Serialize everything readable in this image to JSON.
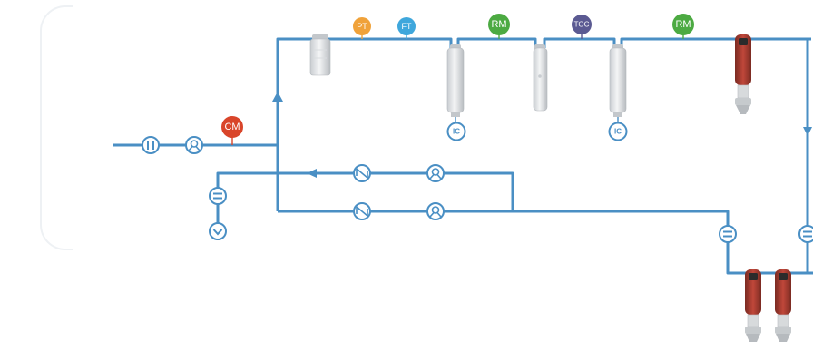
{
  "diagram": {
    "colors": {
      "pipe": "#4a8fc4",
      "cm": "#d9452a",
      "pt": "#f0a23a",
      "ft": "#3fa7dc",
      "rm": "#4caa42",
      "toc": "#5b5a92"
    },
    "sensors": {
      "cm": "CM",
      "pt": "PT",
      "ft": "FT",
      "rm_1": "RM",
      "toc": "TOC",
      "rm_2": "RM"
    },
    "ic_labels": {
      "ic_1": "IC",
      "ic_2": "IC"
    },
    "component_icons": [
      "inlet-valve-icon",
      "pump-icon",
      "filter-housing-icon",
      "ion-exchange-column-icon",
      "uv-lamp-icon",
      "dispenser-icon",
      "heat-exchanger-icon",
      "drain-valve-icon",
      "flow-arrow-icon"
    ]
  }
}
